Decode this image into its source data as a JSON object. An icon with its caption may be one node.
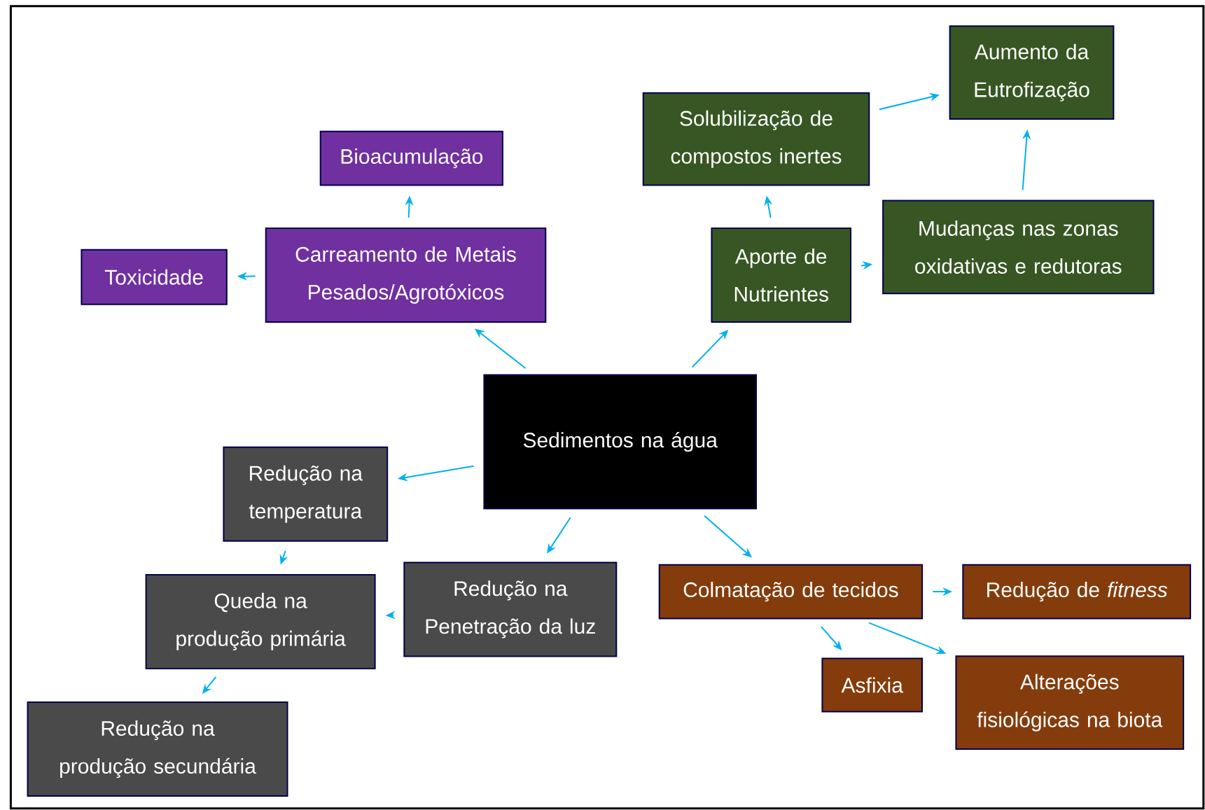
{
  "diagram": {
    "nodes": [
      {
        "text": [
          "Sedimentos na água"
        ]
      },
      {
        "text": [
          "Carreamento de Metais Pesados/Agrotóxicos"
        ]
      },
      {
        "text": [
          "Bioacumulação"
        ]
      },
      {
        "text": [
          "Toxicidade"
        ]
      },
      {
        "text": [
          "Aporte de Nutrientes"
        ]
      },
      {
        "text": [
          "Solubilização de compostos inertes"
        ]
      },
      {
        "text": [
          "Aumento da Eutrofização"
        ]
      },
      {
        "text": [
          "Mudanças nas zonas oxidativas e redutoras"
        ]
      },
      {
        "text": [
          "Redução na temperatura"
        ]
      },
      {
        "text": [
          "Queda na produção primária"
        ]
      },
      {
        "text": [
          "Redução na produção secundária"
        ]
      },
      {
        "text": [
          "Redução na Penetração da luz"
        ]
      },
      {
        "text": [
          "Colmatação de tecidos"
        ]
      },
      {
        "text": [
          "Redução de *fitness*"
        ]
      },
      {
        "text": [
          "Asfixia"
        ]
      },
      {
        "text": [
          "Alterações fisiológicas na biota"
        ]
      }
    ],
    "edges": [
      {
        "from": 0,
        "to": 1,
        "arrow": "to"
      },
      {
        "from": 0,
        "to": 4,
        "arrow": "to"
      },
      {
        "from": 0,
        "to": 8,
        "arrow": "to"
      },
      {
        "from": 0,
        "to": 11,
        "arrow": "to"
      },
      {
        "from": 0,
        "to": 12,
        "arrow": "to"
      },
      {
        "from": 1,
        "to": 2,
        "arrow": "to"
      },
      {
        "from": 1,
        "to": 3,
        "arrow": "to"
      },
      {
        "from": 4,
        "to": 5,
        "arrow": "to"
      },
      {
        "from": 4,
        "to": 7,
        "arrow": "to"
      },
      {
        "from": 5,
        "to": 6,
        "arrow": "to"
      },
      {
        "from": 7,
        "to": 6,
        "arrow": "to"
      },
      {
        "from": 8,
        "to": 9,
        "arrow": "to"
      },
      {
        "from": 11,
        "to": 9,
        "arrow": "to"
      },
      {
        "from": 9,
        "to": 10,
        "arrow": "to"
      },
      {
        "from": 12,
        "to": 13,
        "arrow": "to"
      },
      {
        "from": 12,
        "to": 14,
        "arrow": "to"
      },
      {
        "from": 12,
        "to": 15,
        "arrow": "to"
      }
    ]
  }
}
